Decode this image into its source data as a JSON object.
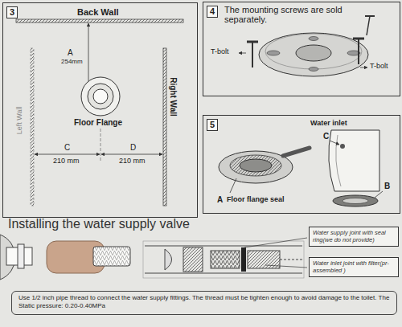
{
  "diagram": {
    "title": "Installing the water supply valve",
    "nodes": [
      {
        "text": [
          "3"
        ]
      },
      {
        "text": [
          "4",
          "The mounting screws are sold separately."
        ]
      },
      {
        "text": [
          "5"
        ]
      },
      {
        "text": [
          "Water supply joint with seal ring(we do not provide)"
        ]
      },
      {
        "text": [
          "Water inlet joint with filter(pr-assembled )"
        ]
      },
      {
        "text": [
          "Use 1/2 inch pipe thread to connect the water supply fittings. The thread must be tighten enough to avoid damage to the toilet. The Static pressure: 0.20-0.40MPa"
        ]
      }
    ],
    "labels": [
      "Back Wall",
      "A",
      "254mm",
      "Floor Flange",
      "Left Wall",
      "Right Wall",
      "C",
      "D",
      "210 mm",
      "210 mm",
      "T-bolt",
      "T-bolt",
      "Water inlet",
      "C",
      "A",
      "Floor flange seal",
      "B"
    ]
  }
}
